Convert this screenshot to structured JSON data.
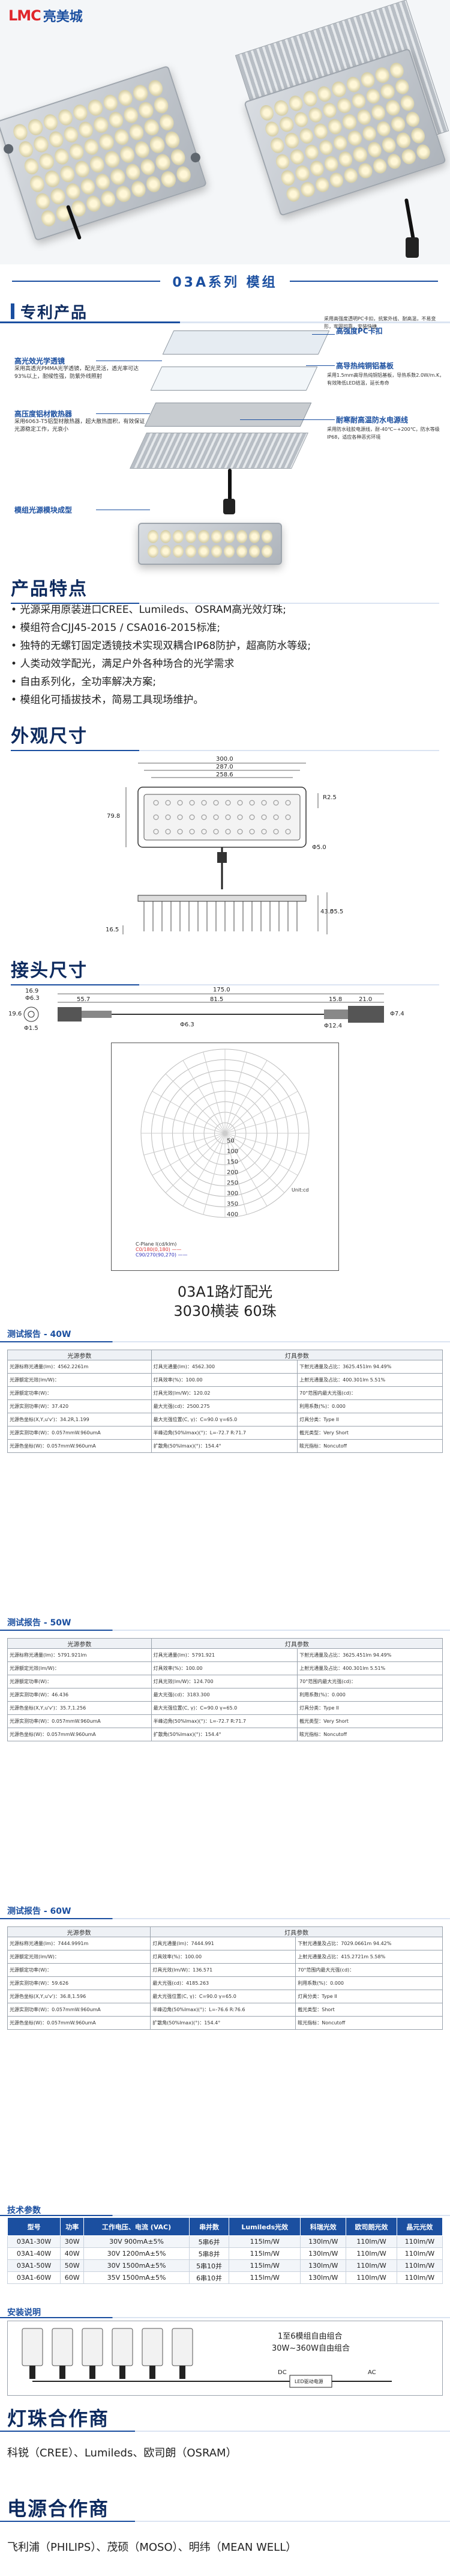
{
  "brand": {
    "logo_mark": "LMC",
    "logo_text": "亮美城",
    "accent": "#1b4fa0",
    "red": "#e0262b"
  },
  "series_title": "03A系列  模组",
  "patent": {
    "title": "专利产品",
    "labels": {
      "lens": "高光效光学透镜",
      "pc": "高强度PC卡扣",
      "pcb": "高导热纯铜铝基板",
      "heatsink": "高压度铝材散热器",
      "cable": "耐寒耐高温防水电源线",
      "module": "模组光源模块成型"
    },
    "descs": {
      "lens": "采用高透光PMMA光学透镜，配光灵活，透光率可达93%以上，耐候性强，防紫外线照射",
      "pc": "采用高强度透明PC卡扣，抗紫外线、耐高温，不易变形，牢固可靠，安装快捷",
      "pcb": "采用1.5mm高导热纯铜铝基板，导热系数2.0W/m.K，有效降低LED结温，延长寿命",
      "heatsink": "采用6063-T5铝型材散热器，超大散热面积，有效保证光源稳定工作，光衰小",
      "cable": "采用防水硅胶电源线，耐-40℃~+200℃，防水等级IP68，适应各种恶劣环境"
    }
  },
  "features": {
    "title": "产品特点",
    "items": [
      "• 光源采用原装进口CREE、Lumileds、OSRAM高光效灯珠;",
      "• 模组符合CJJ45-2015   /   CSA016-2015标准;",
      "• 独特的无螺钉固定透镜技术实现双耦合IP68防护，超高防水等级;",
      "• 人类动效学配光，满足户外各种场合的光学需求",
      "• 自由系列化，全功率解决方案;",
      "• 模组化可插拔技术，简易工具现场维护。"
    ]
  },
  "appearance": {
    "title": "外观尺寸",
    "dims": {
      "w300": "300.0",
      "w287": "287.0",
      "w258": "258.6",
      "h79": "79.8",
      "r5": "R2.5",
      "phi5": "Φ5.0",
      "h43": "43.0",
      "h55": "55.5",
      "d16": "16.5"
    }
  },
  "connector": {
    "title": "接头尺寸",
    "dims": {
      "d169": "16.9",
      "d6": "Φ6.3",
      "d196": "19.6",
      "d15": "Φ1.5",
      "l175": "175.0",
      "l557": "55.7",
      "l815": "81.5",
      "l158": "15.8",
      "l210": "21.0",
      "d63": "Φ6.3",
      "d124": "Φ12.4",
      "d74": "Φ7.4"
    }
  },
  "polar": {
    "caption1": "03A1路灯配光",
    "caption2": "3030横装 60珠",
    "legend_title": "C-Plane  I(cd/klm)",
    "legend_rows": [
      "C0/180(0,180)  ——",
      "C90/270(90,270) ——"
    ],
    "unit": "Unit:cd",
    "rings": [
      "50",
      "100",
      "150",
      "200",
      "250",
      "300",
      "350",
      "400"
    ]
  },
  "tests": [
    {
      "title": "测试报告 - 40W",
      "head": [
        "光源参数",
        "灯具参数"
      ],
      "rows": [
        [
          "光源标称光通量(lm)：4562.2261m",
          "灯具光通量(lm)：4562.300",
          "下射光通量及占比：3625.451lm 94.49%"
        ],
        [
          "光源额定光效(lm/W)：",
          "灯具效率(%)：100.00",
          "上射光通量及占比：400.301lm 5.51%"
        ],
        [
          "光源额定功率(W)：",
          "灯具光效(lm/W)：120.02",
          "70°范围内最大光强(cd)："
        ],
        [
          "光源实测功率(W)：37.420",
          "最大光强(cd)：2500.275",
          "利用系数(%)：0.000"
        ],
        [
          "光源色坐标(X,Y,u'v')：34.2R,1.199",
          "最大光强位置(C, γ)：C=90.0 γ=65.0",
          "灯具分类：Type II"
        ],
        [
          "光源实测功率(W)：0.057mmW.960umA",
          "半峰边角(50%Imax)(°)：L=-72.7 R:71.7",
          "截光类型：Very Short"
        ],
        [
          "光源色坐标(W)：0.057mmW.960umA",
          "扩散角(50%Imax)(°)：154.4°",
          "眩光指标：Noncutoff"
        ]
      ]
    },
    {
      "title": "测试报告 - 50W",
      "head": [
        "光源参数",
        "灯具参数"
      ],
      "rows": [
        [
          "光源标称光通量(lm)：5791.921lm",
          "灯具光通量(lm)：5791.921",
          "下射光通量及占比：3625.451lm 94.49%"
        ],
        [
          "光源额定光效(lm/W)：",
          "灯具效率(%)：100.00",
          "上射光通量及占比：400.301lm 5.51%"
        ],
        [
          "光源额定功率(W)：",
          "灯具光效(lm/W)：124.700",
          "70°范围内最大光强(cd)："
        ],
        [
          "光源实测功率(W)：46.436",
          "最大光强(cd)：3183.300",
          "利用系数(%)：0.000"
        ],
        [
          "光源色坐标(X,Y,u'v')：35.7,1.256",
          "最大光强位置(C, γ)：C=90.0 γ=65.0",
          "灯具分类：Type II"
        ],
        [
          "光源实测功率(W)：0.057mmW.960umA",
          "半峰边角(50%Imax)(°)：L=-72.7 R:71.7",
          "截光类型：Very Short"
        ],
        [
          "光源色坐标(W)：0.057mmW.960umA",
          "扩散角(50%Imax)(°)：154.4°",
          "眩光指标：Noncutoff"
        ]
      ]
    },
    {
      "title": "测试报告 - 60W",
      "head": [
        "光源参数",
        "灯具参数"
      ],
      "rows": [
        [
          "光源标称光通量(lm)：7444.9991m",
          "灯具光通量(lm)：7444.991",
          "下射光通量及占比：7029.0661m 94.42%"
        ],
        [
          "光源额定光效(lm/W)：",
          "灯具效率(%)：100.00",
          "上射光通量及占比：415.2721m 5.58%"
        ],
        [
          "光源额定功率(W)：",
          "灯具光效(lm/W)：136.571",
          "70°范围内最大光强(cd)："
        ],
        [
          "光源实测功率(W)：59.626",
          "最大光强(cd)：4185.263",
          "利用系数(%)：0.000"
        ],
        [
          "光源色坐标(X,Y,u'v')：36.8,1.596",
          "最大光强位置(C, γ)：C=90.0 γ=65.0",
          "灯具分类：Type II"
        ],
        [
          "光源实测功率(W)：0.057mmW.960umA",
          "半峰边角(50%Imax)(°)：L=-76.6 R:76.6",
          "截光类型：Short"
        ],
        [
          "光源色坐标(W)：0.057mmW.960umA",
          "扩散角(50%Imax)(°)：154.4°",
          "眩光指标：Noncutoff"
        ]
      ]
    }
  ],
  "spec": {
    "title": "技术参数",
    "headers": [
      "型号",
      "功率",
      "工作电压、电流 (VAC)",
      "串并数",
      "Lumileds光效",
      "科瑞光效",
      "欧司朗光效",
      "晶元光效"
    ],
    "rows": [
      [
        "03A1-30W",
        "30W",
        "30V 900mA±5%",
        "5串6并",
        "115lm/W",
        "130lm/W",
        "110lm/W",
        "110lm/W"
      ],
      [
        "03A1-40W",
        "40W",
        "30V 1200mA±5%",
        "5串8并",
        "115lm/W",
        "130lm/W",
        "110lm/W",
        "110lm/W"
      ],
      [
        "03A1-50W",
        "50W",
        "30V 1500mA±5%",
        "5串10并",
        "115lm/W",
        "130lm/W",
        "110lm/W",
        "110lm/W"
      ],
      [
        "03A1-60W",
        "60W",
        "35V 1500mA±5%",
        "6串10并",
        "115lm/W",
        "130lm/W",
        "110lm/W",
        "110lm/W"
      ]
    ]
  },
  "combo": {
    "title": "安装说明",
    "line1": "1至6模组自由组合",
    "line2": "30W~360W自由组合",
    "dc": "DC",
    "ac": "AC",
    "box": "LED驱动电源"
  },
  "partners": {
    "led_title": "灯珠合作商",
    "led_text": "科锐（CREE）、Lumileds、欧司朗（OSRAM）",
    "power_title": "电源合作商",
    "power_text": "飞利浦（PHILIPS）、茂硕（MOSO）、明纬（MEAN WELL）"
  }
}
